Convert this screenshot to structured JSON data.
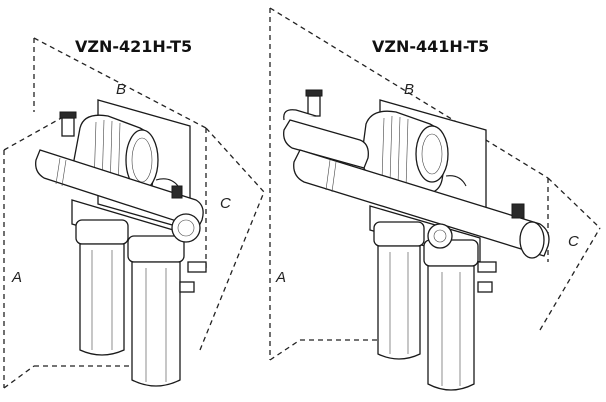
{
  "units": [
    {
      "model": "VZN-421H-T5",
      "dims": {
        "a": "A",
        "b": "B",
        "c": "C"
      }
    },
    {
      "model": "VZN-441H-T5",
      "dims": {
        "a": "A",
        "b": "B",
        "c": "C"
      }
    }
  ]
}
